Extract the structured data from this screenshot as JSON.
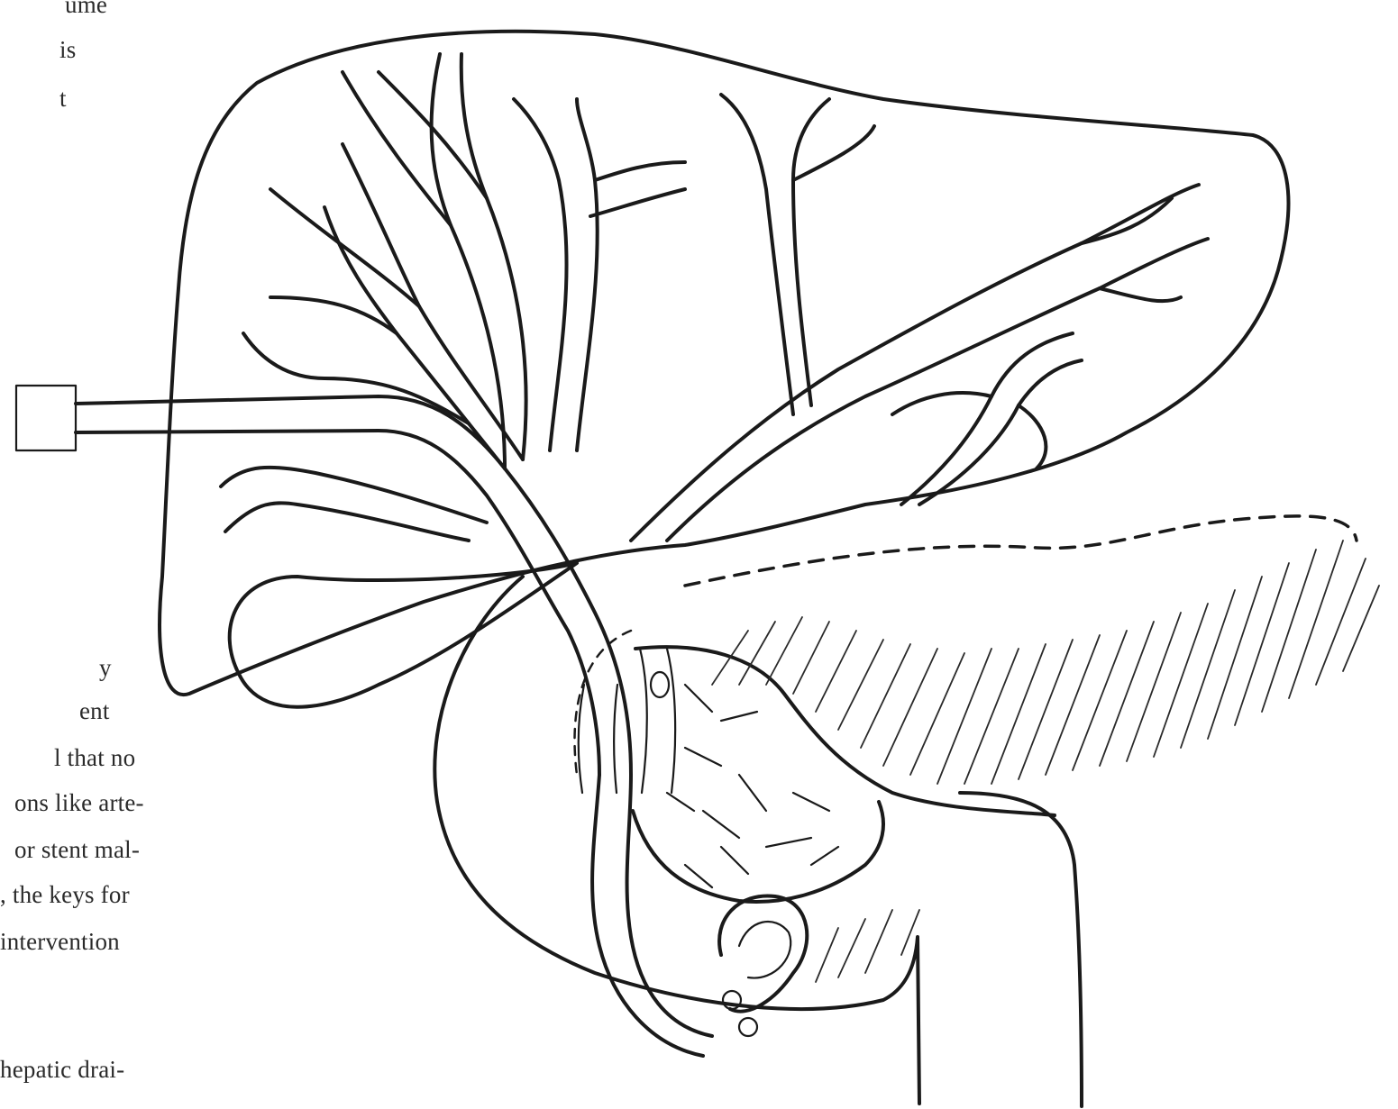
{
  "text_fragments": [
    "ume",
    "is",
    "t",
    "y",
    "ent",
    "l that no",
    "ons like arte-",
    "or stent mal-",
    ", the keys for",
    "intervention",
    "hepatic drai-"
  ],
  "colors": {
    "ink": "#1a1a1a",
    "paper": "#ffffff"
  }
}
